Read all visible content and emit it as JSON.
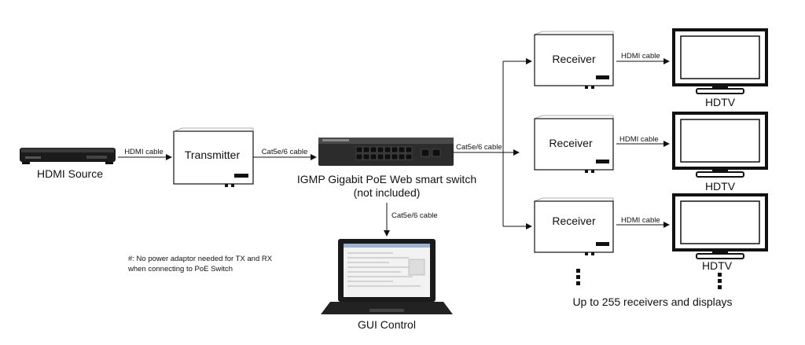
{
  "source": {
    "label": "HDMI Source"
  },
  "links": {
    "source_to_tx": "HDMI cable",
    "tx_to_switch": "Cat5e/6 cable",
    "switch_to_rx": "Cat5e/6 cable",
    "switch_to_pc": "Cat5e/6 cable",
    "rx1_to_tv": "HDMI cable",
    "rx2_to_tv": "HDMI cable",
    "rx3_to_tv": "HDMI cable"
  },
  "transmitter": {
    "label": "Transmitter"
  },
  "switch": {
    "line1": "IGMP Gigabit PoE Web smart switch",
    "line2": "(not included)"
  },
  "gui": {
    "label": "GUI Control"
  },
  "receivers": [
    {
      "label": "Receiver"
    },
    {
      "label": "Receiver"
    },
    {
      "label": "Receiver"
    }
  ],
  "displays": [
    {
      "label": "HDTV"
    },
    {
      "label": "HDTV"
    },
    {
      "label": "HDTV"
    }
  ],
  "note": {
    "line1": "#: No power adaptor needed for TX and RX",
    "line2": "when connecting to PoE Switch"
  },
  "footer": {
    "capacity": "Up to 255 receivers and displays"
  }
}
